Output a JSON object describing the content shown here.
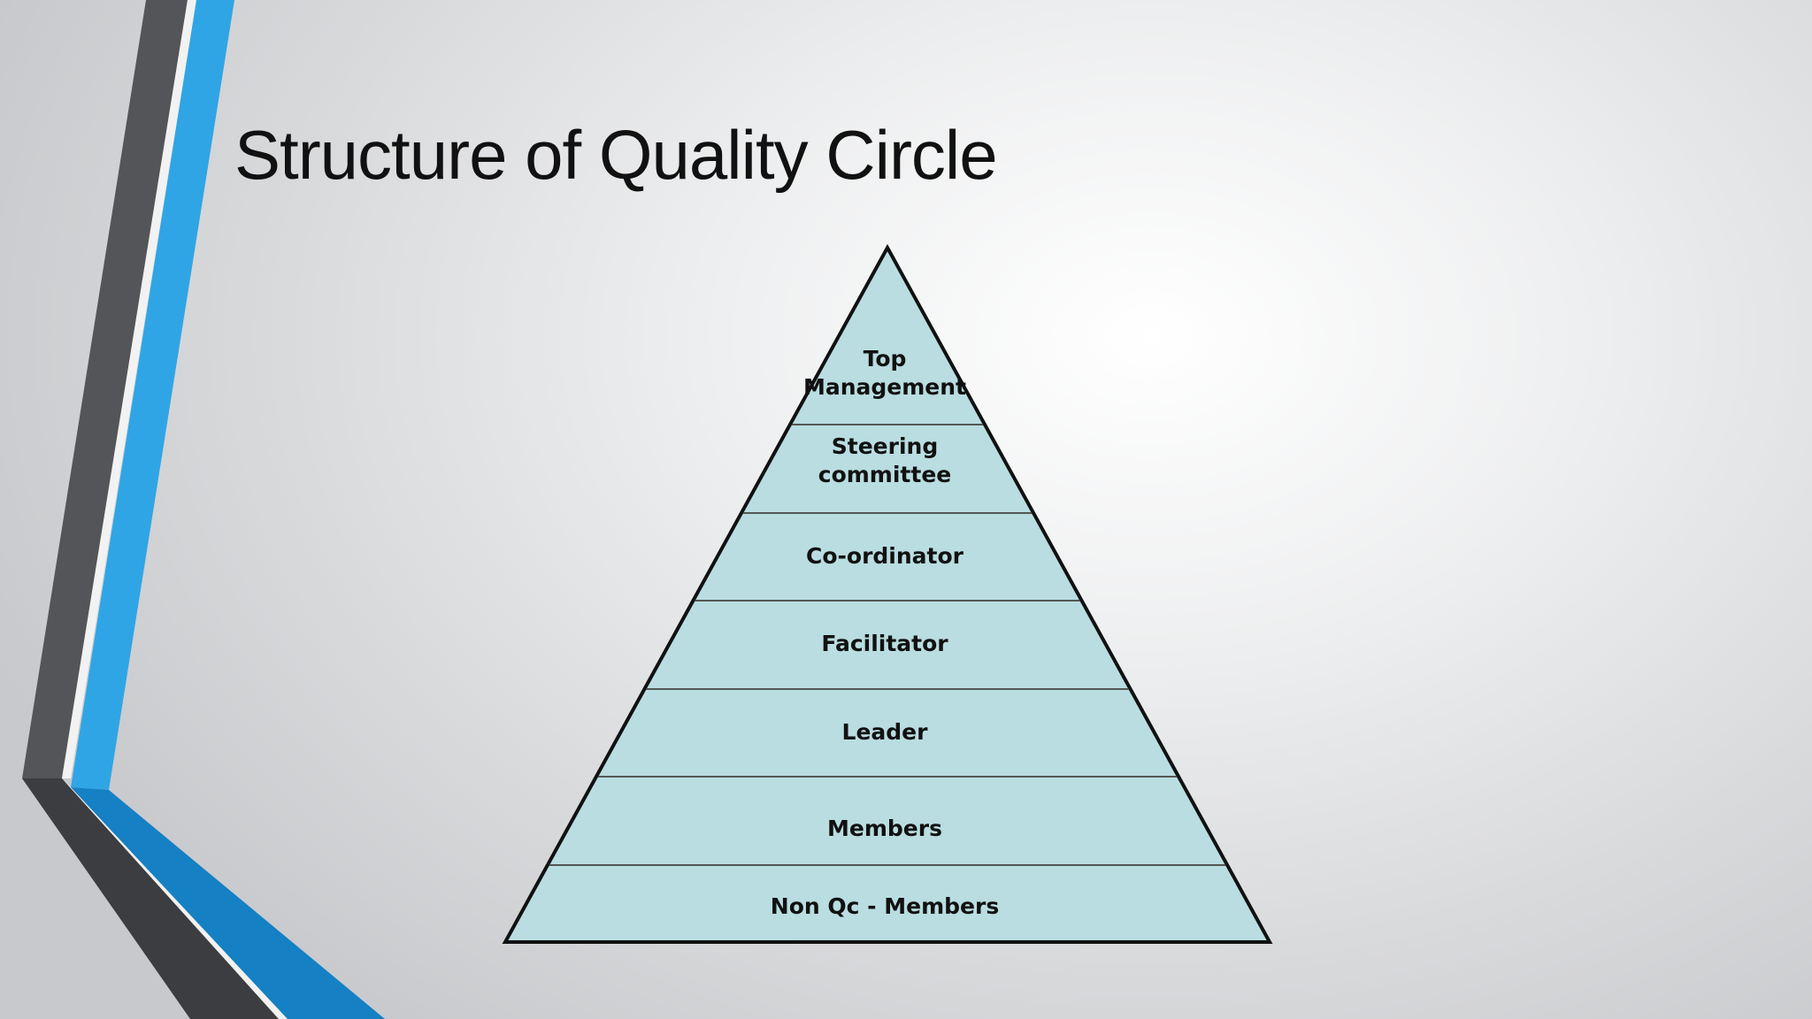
{
  "slide": {
    "title": "Structure of Quality Circle"
  },
  "colors": {
    "accent_blue": "#2fa5e6",
    "accent_blue_dark": "#1580c4",
    "dark_gray": "#545558",
    "darker_gray": "#3c3d40",
    "pyramid_fill": "#b9dde1",
    "pyramid_outline": "#111111"
  },
  "pyramid": {
    "levels": [
      {
        "lines": [
          "Top",
          "Management"
        ]
      },
      {
        "lines": [
          "Steering",
          "committee"
        ]
      },
      {
        "lines": [
          "Co-ordinator"
        ]
      },
      {
        "lines": [
          "Facilitator"
        ]
      },
      {
        "lines": [
          "Leader"
        ]
      },
      {
        "lines": [
          "Members"
        ]
      },
      {
        "lines": [
          "Non Qc - Members"
        ]
      }
    ]
  }
}
